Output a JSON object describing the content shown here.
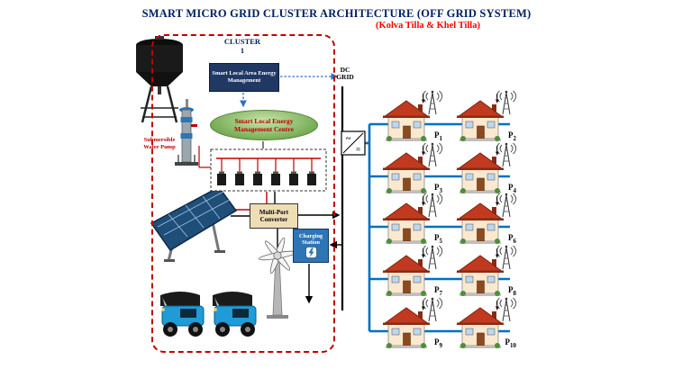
{
  "title": "SMART MICRO GRID CLUSTER ARCHITECTURE (OFF GRID SYSTEM)",
  "subtitle": "(Kolva Tilla & Khel Tilla)",
  "cluster": {
    "name": "CLUSTER",
    "number": "1",
    "area_mgmt_box": "Smart Local Area Energy Management",
    "energy_centre": "Smart Local Energy Management Centre",
    "pump_label": "Submersible Water Pump",
    "converter_label": "Multi-Port Converter",
    "charging_label": "Charging Station"
  },
  "dc_grid": {
    "line1": "DC",
    "line2": "GRID"
  },
  "inverter": {
    "ac": "~",
    "dc": "="
  },
  "houses": [
    {
      "p": "P",
      "num": "1"
    },
    {
      "p": "P",
      "num": "2"
    },
    {
      "p": "P",
      "num": "3"
    },
    {
      "p": "P",
      "num": "4"
    },
    {
      "p": "P",
      "num": "5"
    },
    {
      "p": "P",
      "num": "6"
    },
    {
      "p": "P",
      "num": "7"
    },
    {
      "p": "P",
      "num": "8"
    },
    {
      "p": "P",
      "num": "9"
    },
    {
      "p": "P",
      "num": "10"
    }
  ],
  "colors": {
    "title": "#002060",
    "subtitle": "#FF0000",
    "dc_bus": "#000000",
    "ac_bus": "#0070C0",
    "cluster_border": "#C00000",
    "mgmt_box": "#1F3864",
    "energy_centre_fill": "#6FA84F",
    "charging_box": "#2E75B6"
  }
}
